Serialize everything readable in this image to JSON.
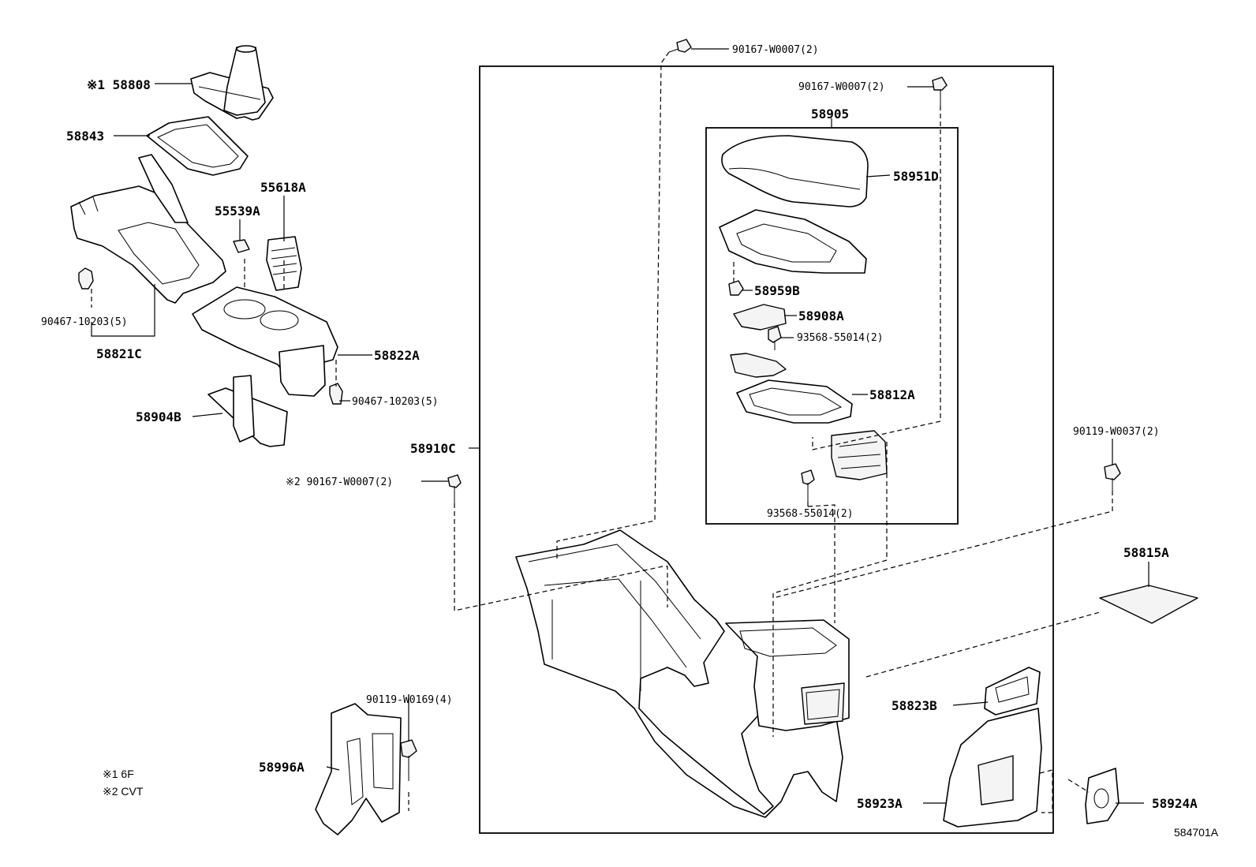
{
  "diagram_id": "584701A",
  "notes": [
    "※1 6F",
    "※2 CVT"
  ],
  "labels": {
    "p58808": "※1 58808",
    "p58843": "58843",
    "p55618A": "55618A",
    "p55539A": "55539A",
    "p90467_top": "90467-10203(5)",
    "p58821C": "58821C",
    "p58822A": "58822A",
    "p90467_right": "90467-10203(5)",
    "p58904B": "58904B",
    "p58910C": "58910C",
    "p90167_cvt": "※2 90167-W0007(2)",
    "p90119_w0169": "90119-W0169(4)",
    "p58996A": "58996A",
    "p90167_top": "90167-W0007(2)",
    "p90167_right": "90167-W0007(2)",
    "p58905": "58905",
    "p58951D": "58951D",
    "p58959B": "58959B",
    "p58908A": "58908A",
    "p93568_a": "93568-55014(2)",
    "p58812A": "58812A",
    "p93568_b": "93568-55014(2)",
    "p90119_w0037": "90119-W0037(2)",
    "p58815A": "58815A",
    "p58823B": "58823B",
    "p58923A": "58923A",
    "p58924A": "58924A"
  }
}
